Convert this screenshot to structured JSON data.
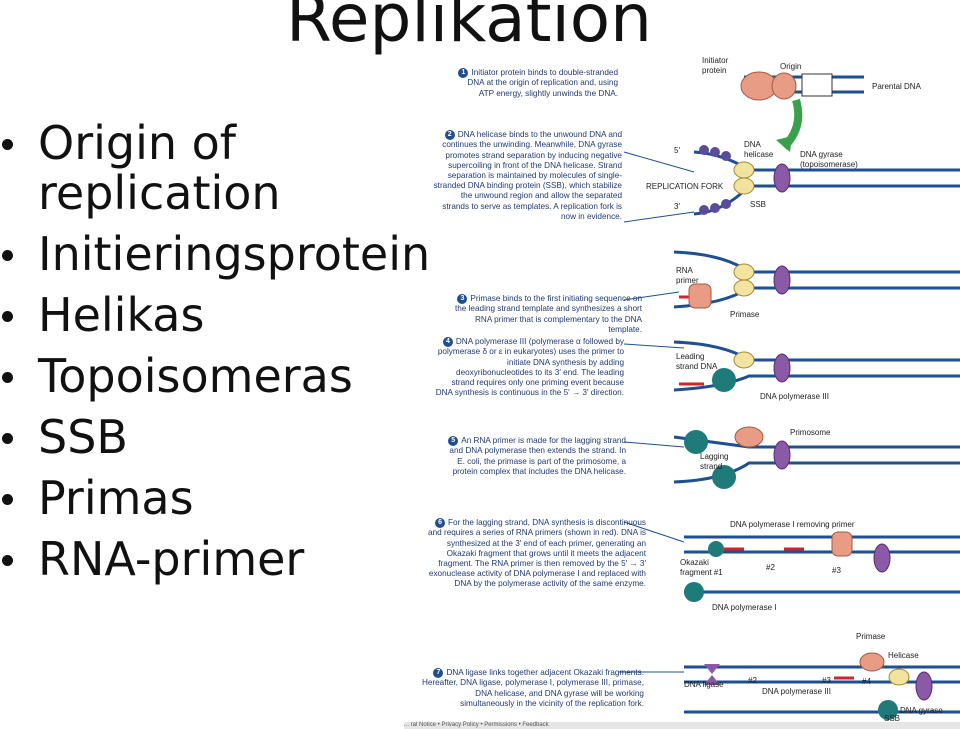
{
  "title": "Replikation",
  "bullets": [
    "Origin of replication",
    "Initieringsprotein",
    "Helikas",
    "Topoisomeras",
    "SSB",
    "Primas",
    "RNA-primer"
  ],
  "figure": {
    "steps": [
      {
        "num": "1",
        "text": "Initiator protein binds to double-stranded DNA at the origin of replication and, using ATP energy, slightly unwinds the DNA."
      },
      {
        "num": "2",
        "text": "DNA helicase binds to the unwound DNA and continues the unwinding. Meanwhile, DNA gyrase promotes strand separation by inducing negative supercoiling in front of the DNA helicase. Strand separation is maintained by molecules of single-stranded DNA binding protein (SSB), which stabilize the unwound region and allow the separated strands to serve as templates. A replication fork is now in evidence."
      },
      {
        "num": "3",
        "text": "Primase binds to the first initiating sequence on the leading strand template and synthesizes a short RNA primer that is complementary to the DNA template."
      },
      {
        "num": "4",
        "text": "DNA polymerase III (polymerase α followed by polymerase δ or ε in eukaryotes) uses the primer to initiate DNA synthesis by adding deoxyribonucleotides to its 3′ end. The leading strand requires only one priming event because DNA synthesis is continuous in the 5′ → 3′ direction."
      },
      {
        "num": "5",
        "text": "An RNA primer is made for the lagging strand and DNA polymerase then extends the strand. In E. coli, the primase is part of the primosome, a protein complex that includes the DNA helicase."
      },
      {
        "num": "6",
        "text": "For the lagging strand, DNA synthesis is discontinuous and requires a series of RNA primers (shown in red). DNA is synthesized at the 3′ end of each primer, generating an Okazaki fragment that grows until it meets the adjacent fragment. The RNA primer is then removed by the 5′ → 3′ exonuclease activity of DNA polymerase I and replaced with DNA by the polymerase activity of the same enzyme."
      },
      {
        "num": "7",
        "text": "DNA ligase links together adjacent Okazaki fragments. Hereafter, DNA ligase, polymerase I, polymerase III, primase, DNA helicase, and DNA gyrase will be working simultaneously in the vicinity of the replication fork."
      }
    ],
    "labels": {
      "initiator": "Initiator\nprotein",
      "origin": "Origin",
      "parental": "Parental DNA",
      "helicase": "DNA\nhelicase",
      "gyrase": "DNA gyrase\n(topoisomerase)",
      "fork": "REPLICATION FORK",
      "ssb": "SSB",
      "rnaprimer": "RNA\nprimer",
      "primase": "Primase",
      "leading": "Leading\nstrand DNA",
      "pol3": "DNA polymerase III",
      "primosome": "Primosome",
      "lagging": "Lagging\nstrand",
      "pol1rem": "DNA polymerase I removing primer",
      "okazaki": "Okazaki\nfragment #1",
      "n2": "#2",
      "n3": "#3",
      "pol1": "DNA polymerase I",
      "primase7": "Primase",
      "helicase7": "Helicase",
      "ligase": "DNA ligase",
      "n2b": "#2",
      "n3b": "#3",
      "n4": "#4",
      "pol3b": "DNA polymerase III",
      "ssb7": "SSB",
      "gyrase7": "DNA gyrase",
      "five": "5′",
      "three": "3′"
    },
    "footer": "... ral Notice  •  Privacy Policy  •  Permissions  •  Feedback"
  },
  "colors": {
    "strand": "#1d4f91",
    "primer": "#d2232a",
    "ssb": "#5a4b9c",
    "helicase": "#f2e3a1",
    "gyrase": "#8a5aa6",
    "primase": "#e89c86",
    "pol": "#1f7a7a",
    "arrow": "#3aa04a"
  }
}
